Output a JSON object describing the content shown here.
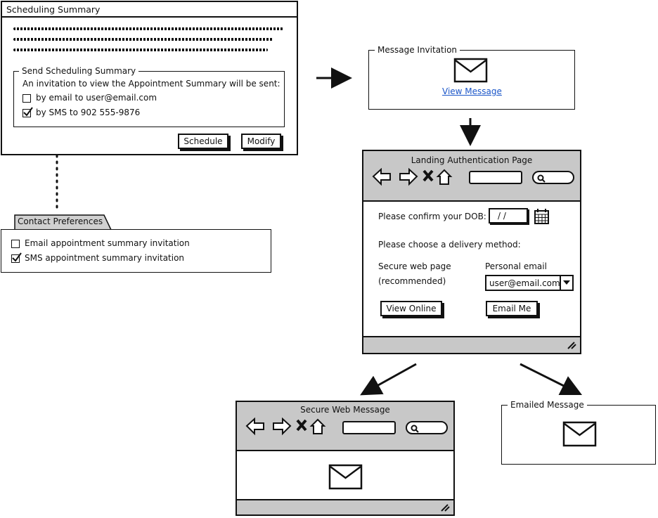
{
  "scheduling_summary": {
    "title": "Scheduling Summary",
    "send_section_title": "Send Scheduling Summary",
    "invitation_text": "An invitation to view the Appointment Summary will be sent:",
    "email_option": "by email to user@email.com",
    "email_checked": false,
    "sms_option": "by SMS to 902 555-9876",
    "sms_checked": true,
    "schedule_button": "Schedule",
    "modify_button": "Modify"
  },
  "contact_preferences": {
    "tab_label": "Contact Preferences",
    "email_option": "Email appointment summary invitation",
    "email_checked": false,
    "sms_option": "SMS appointment summary invitation",
    "sms_checked": true
  },
  "message_invitation": {
    "title": "Message Invitation",
    "icon": "envelope-icon",
    "link": "View Message"
  },
  "landing_page": {
    "title": "Landing Authentication Page",
    "dob_label": "Please confirm your DOB:",
    "dob_value": "/ /",
    "delivery_label": "Please choose a delivery method:",
    "secure_label": "Secure web page",
    "secure_note": "(recommended)",
    "email_label": "Personal email",
    "email_value": "user@email.com",
    "view_online_button": "View Online",
    "email_me_button": "Email Me"
  },
  "secure_web_message": {
    "title": "Secure Web Message"
  },
  "emailed_message": {
    "title": "Emailed Message"
  },
  "colors": {
    "ink": "#111111",
    "chrome_gray": "#c8c8c8",
    "link": "#1a55c8"
  }
}
